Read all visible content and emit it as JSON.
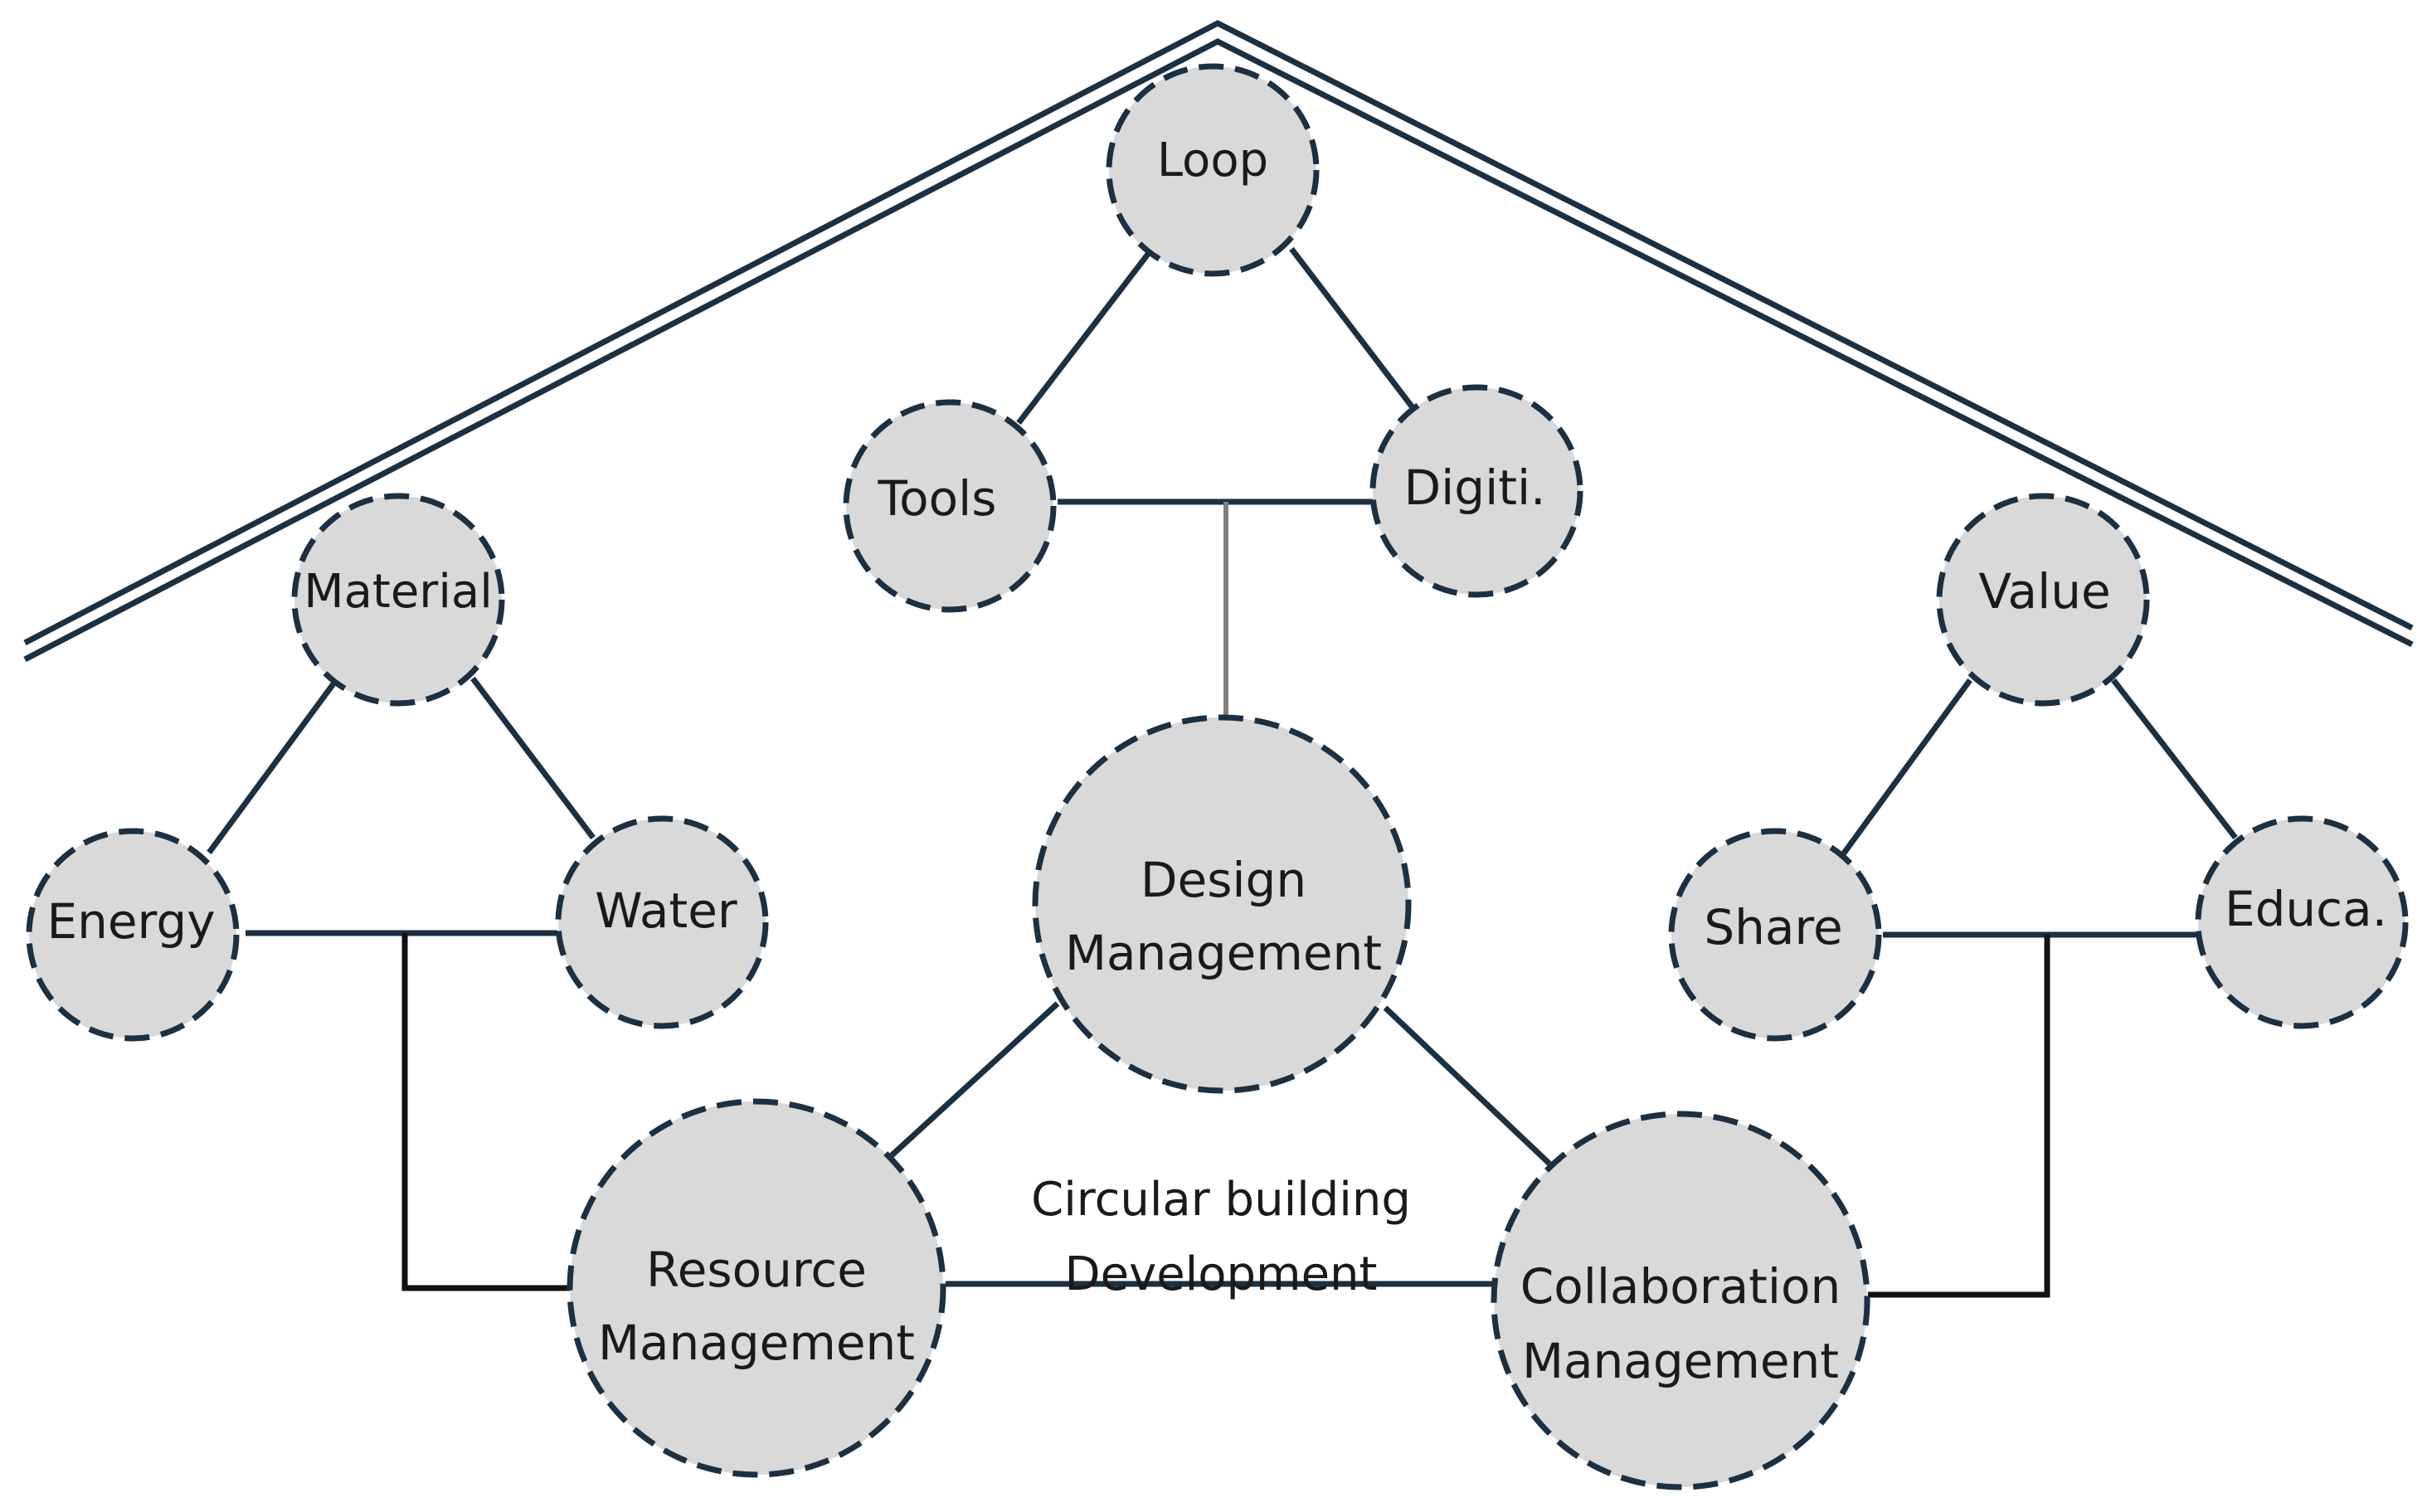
{
  "diagram": {
    "center_label": [
      "Circular building",
      "Development"
    ],
    "nodes": {
      "loop": [
        "Loop"
      ],
      "tools": [
        "Tools"
      ],
      "digiti": [
        "Digiti."
      ],
      "material": [
        "Material"
      ],
      "energy": [
        "Energy"
      ],
      "water": [
        "Water"
      ],
      "value": [
        "Value"
      ],
      "share": [
        "Share"
      ],
      "educa": [
        "Educa."
      ],
      "design": [
        "Design",
        "Management"
      ],
      "resource": [
        "Resource",
        "Management"
      ],
      "collaboration": [
        "Collaboration",
        "Management"
      ]
    }
  },
  "colors": {
    "node_fill": "#d9d9d9",
    "node_stroke": "#1b3042",
    "roof_stroke": "#1b3042"
  }
}
